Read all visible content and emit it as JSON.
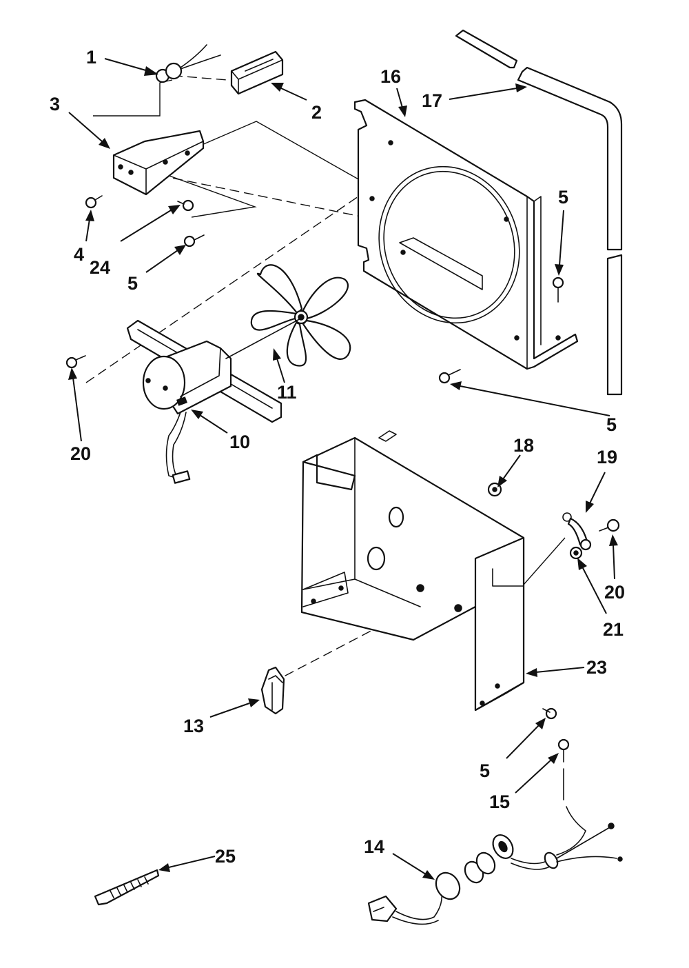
{
  "callouts": [
    {
      "id": "c1",
      "label": "1"
    },
    {
      "id": "c2",
      "label": "2"
    },
    {
      "id": "c3",
      "label": "3"
    },
    {
      "id": "c4",
      "label": "4"
    },
    {
      "id": "c24",
      "label": "24"
    },
    {
      "id": "c5a",
      "label": "5"
    },
    {
      "id": "c16",
      "label": "16"
    },
    {
      "id": "c17",
      "label": "17"
    },
    {
      "id": "c5b",
      "label": "5"
    },
    {
      "id": "c5c",
      "label": "5"
    },
    {
      "id": "c20a",
      "label": "20"
    },
    {
      "id": "c11",
      "label": "11"
    },
    {
      "id": "c10",
      "label": "10"
    },
    {
      "id": "c18",
      "label": "18"
    },
    {
      "id": "c19",
      "label": "19"
    },
    {
      "id": "c20b",
      "label": "20"
    },
    {
      "id": "c21",
      "label": "21"
    },
    {
      "id": "c23",
      "label": "23"
    },
    {
      "id": "c13",
      "label": "13"
    },
    {
      "id": "c5d",
      "label": "5"
    },
    {
      "id": "c15",
      "label": "15"
    },
    {
      "id": "c14",
      "label": "14"
    },
    {
      "id": "c25",
      "label": "25"
    }
  ],
  "colors": {
    "line": "#111111",
    "background": "#ffffff"
  }
}
